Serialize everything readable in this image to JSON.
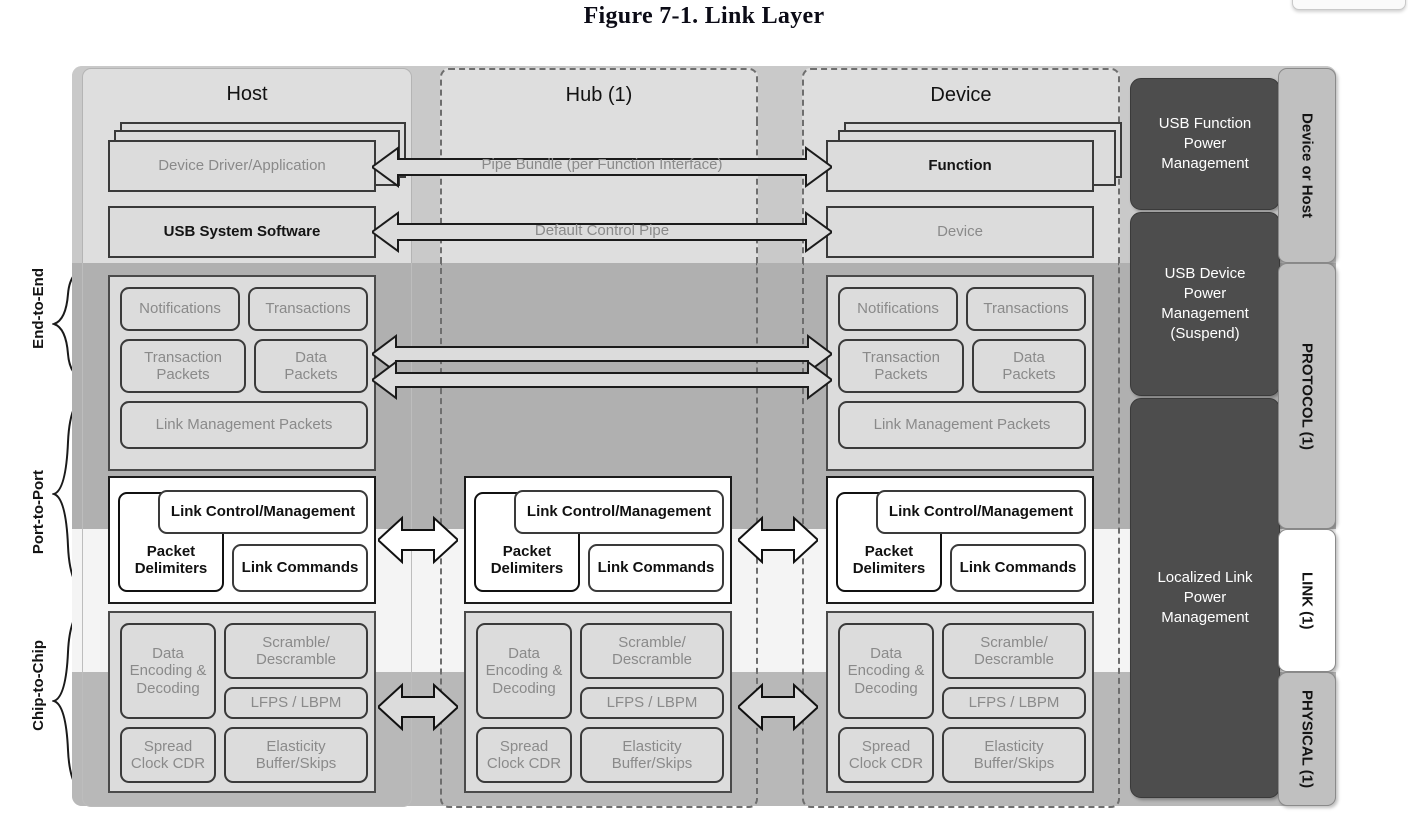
{
  "title": "Figure 7-1.  Link Layer",
  "columns": {
    "host": {
      "title": "Host"
    },
    "hub": {
      "title": "Hub (1)"
    },
    "device": {
      "title": "Device"
    }
  },
  "device_or_host": {
    "host_driver": "Device Driver/Application",
    "host_system_software": "USB System Software",
    "device_function": "Function",
    "device_device": "Device",
    "pipe_bundle_label": "Pipe Bundle (per Function Interface)",
    "default_control_pipe_label": "Default Control Pipe"
  },
  "protocol_layer": {
    "notifications": "Notifications",
    "transactions": "Transactions",
    "transaction_packets": "Transaction\nPackets",
    "data_packets": "Data\nPackets",
    "link_management_packets": "Link Management Packets"
  },
  "link_layer": {
    "link_control_management": "Link Control/Management",
    "packet_delimiters": "Packet\nDelimiters",
    "link_commands": "Link  Commands"
  },
  "physical_layer": {
    "data_encoding": "Data\nEncoding &\nDecoding",
    "scramble": "Scramble/\nDescramble",
    "lfps": "LFPS / LBPM",
    "spread_clock": "Spread\nClock CDR",
    "elasticity": "Elasticity\nBuffer/Skips"
  },
  "power_management": {
    "function_pm": "USB Function\nPower\nManagement",
    "device_pm": "USB Device\nPower\nManagement\n(Suspend)",
    "link_pm": "Localized Link\nPower\nManagement"
  },
  "right_tabs": [
    {
      "label": "Device or Host",
      "white": false
    },
    {
      "label": "PROTOCOL (1)",
      "white": false
    },
    {
      "label": "LINK (1)",
      "white": true
    },
    {
      "label": "PHYSICAL (1)",
      "white": false
    }
  ],
  "left_braces": [
    {
      "label": "End-to-End"
    },
    {
      "label": "Port-to-Port"
    },
    {
      "label": "Chip-to-Chip"
    }
  ],
  "colors": {
    "band_device_or_host": "#c9c9c9",
    "band_protocol": "#b0b0b0",
    "band_link": "#f4f4f4",
    "band_physical": "#b8b8b8",
    "box_fill": "#dcdcdc",
    "muted_text": "#8a8a8a",
    "dark_pm": "#4d4d4d"
  }
}
